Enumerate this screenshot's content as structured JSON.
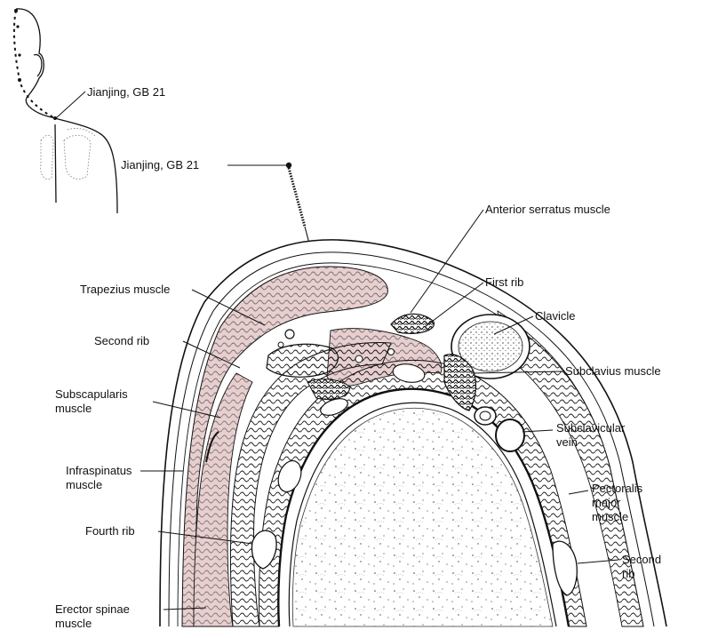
{
  "inset": {
    "point_label": "Jianjing, GB 21"
  },
  "needle": {
    "label": "Jianjing, GB 21"
  },
  "labels": {
    "anterior_serratus": "Anterior serratus muscle",
    "first_rib": "First rib",
    "clavicle": "Clavicle",
    "subclavius": "Subclavius muscle",
    "subclavicular_vein": [
      "Subclavicular",
      "vein"
    ],
    "pectoralis_major": [
      "Pectoralis",
      "major",
      "muscle"
    ],
    "second_rib_right": [
      "Second",
      "rib"
    ],
    "trapezius": "Trapezius muscle",
    "second_rib_left": "Second rib",
    "subscapularis": [
      "Subscapularis",
      "muscle"
    ],
    "infraspinatus": [
      "Infraspinatus",
      "muscle"
    ],
    "fourth_rib": "Fourth rib",
    "erector_spinae": [
      "Erector spinae",
      "muscle"
    ]
  },
  "colors": {
    "muscle_tint": "#e8cfcf",
    "line": "#111111",
    "background": "#ffffff"
  }
}
